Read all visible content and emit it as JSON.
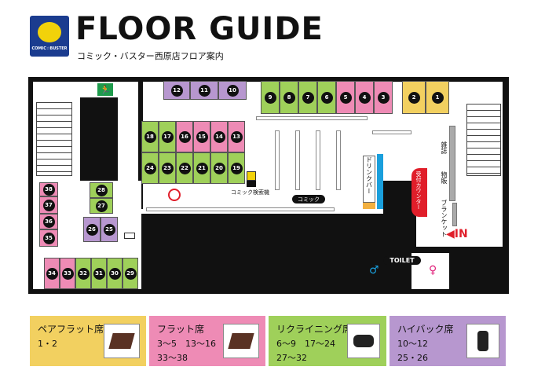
{
  "header": {
    "brand": "COMIC☆BUSTER",
    "title": "FLOOR GUIDE",
    "subtitle": "コミック・バスター西原店フロア案内"
  },
  "labels": {
    "kensaku": "コミック検索機",
    "comic": "コミック",
    "drink_bar": "ドリンクバー",
    "reception": "受付カウンター",
    "magazines": "雑誌",
    "goods": "物販",
    "blanket": "ブランケット",
    "entrance": "◀IN",
    "toilet": "TOILET"
  },
  "seats": [
    "1",
    "2",
    "3",
    "4",
    "5",
    "6",
    "7",
    "8",
    "9",
    "10",
    "11",
    "12",
    "13",
    "14",
    "15",
    "16",
    "17",
    "18",
    "19",
    "20",
    "21",
    "22",
    "23",
    "24",
    "25",
    "26",
    "27",
    "28",
    "29",
    "30",
    "31",
    "32",
    "33",
    "34",
    "35",
    "36",
    "37",
    "38"
  ],
  "legend": [
    {
      "title": "ペアフラット席",
      "lines": [
        "1・2"
      ],
      "color": "#f2d060",
      "icon": "pair-mat-icon"
    },
    {
      "title": "フラット席",
      "lines": [
        "3〜5　13〜16",
        "33〜38"
      ],
      "color": "#ee8bb5",
      "icon": "flat-mat-icon"
    },
    {
      "title": "リクライニング席",
      "lines": [
        "6〜9　17〜24",
        "27〜32"
      ],
      "color": "#9fd05a",
      "icon": "recliner-chair-icon"
    },
    {
      "title": "ハイバック席",
      "lines": [
        "10〜12",
        "25・26"
      ],
      "color": "#b797cf",
      "icon": "highback-chair-icon"
    }
  ]
}
